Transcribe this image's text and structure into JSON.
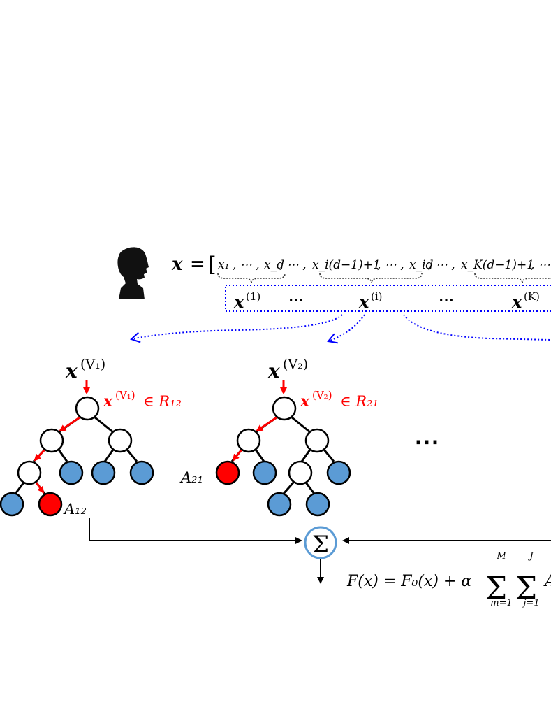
{
  "vector_equation": {
    "lhs": "x",
    "equals": "=",
    "bracket": "[",
    "terms": [
      "x₁",
      ", ⋯ , ",
      "x_d",
      ", ⋯ , ",
      "x_i(d−1)+1",
      " , ⋯ , ",
      "x_id",
      ", ⋯ , ",
      "x_K(d−1)+1",
      ", ⋯"
    ]
  },
  "groups": {
    "g1": "x",
    "g1_sup": "(1)",
    "dots1": "⋯",
    "gi": "x",
    "gi_sup": "(i)",
    "dots2": "⋯",
    "gK": "x",
    "gK_sup": "(K)"
  },
  "tree1": {
    "input": "x",
    "input_sup": "(V₁)",
    "membership": "x",
    "membership_sup": "(V₁)",
    "membership_rel": " ∈ R₁₂",
    "leaf_label": "A₁₂"
  },
  "tree2": {
    "input": "x",
    "input_sup": "(V₂)",
    "membership": "x",
    "membership_sup": "(V₂)",
    "membership_rel": " ∈ R₂₁",
    "leaf_label": "A₂₁"
  },
  "ellipsis": "⋯",
  "sum_symbol": "Σ",
  "output_formula": {
    "text": "F(x) = F₀(x) + α",
    "sum1_upper": "M",
    "sum1_lower": "m=1",
    "sum2_upper": "J",
    "sum2_lower": "j=1",
    "tail": "A"
  },
  "colors": {
    "leaf_blue": "#5b9bd5",
    "highlight_red": "#ff0000",
    "dotted_blue": "#0000ff",
    "sum_ring": "#5b9bd5"
  },
  "icons": [
    "person-silhouette-icon"
  ]
}
